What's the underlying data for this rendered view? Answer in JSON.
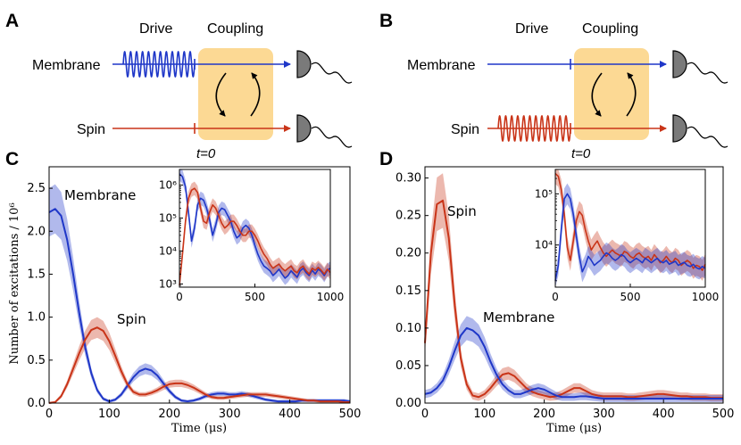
{
  "colors": {
    "membrane": "#1f37c8",
    "spin": "#c93418",
    "coupling_box": "#fcd994",
    "detector": "#7a7a7a"
  },
  "schematics": [
    {
      "panel": "A",
      "drive_label": "Drive",
      "coupling_label": "Coupling",
      "membrane_label": "Membrane",
      "spin_label": "Spin",
      "t0_label": "t=0",
      "driven": "membrane"
    },
    {
      "panel": "B",
      "drive_label": "Drive",
      "coupling_label": "Coupling",
      "membrane_label": "Membrane",
      "spin_label": "Spin",
      "t0_label": "t=0",
      "driven": "spin"
    }
  ],
  "chart_data": [
    {
      "panel": "C",
      "type": "line",
      "xlabel": "Time (μs)",
      "ylabel": "Number of excitations / 10⁶",
      "xlim": [
        0,
        500
      ],
      "ylim": [
        0,
        2.75
      ],
      "xticks": [
        "0",
        "100",
        "200",
        "300",
        "400",
        "500"
      ],
      "yticks": [
        "0.0",
        "0.5",
        "1.0",
        "1.5",
        "2.0",
        "2.5"
      ],
      "annotations": [
        "Membrane",
        "Spin"
      ],
      "series": [
        {
          "name": "Membrane",
          "color": "#1f37c8",
          "x": [
            0,
            10,
            20,
            30,
            40,
            50,
            60,
            70,
            80,
            90,
            100,
            110,
            120,
            130,
            140,
            150,
            160,
            170,
            180,
            190,
            200,
            210,
            220,
            230,
            240,
            250,
            260,
            270,
            280,
            290,
            300,
            310,
            320,
            330,
            340,
            350,
            360,
            370,
            380,
            390,
            400,
            410,
            420,
            430,
            440,
            450,
            460,
            470,
            480,
            490,
            500
          ],
          "y": [
            2.22,
            2.26,
            2.18,
            1.9,
            1.5,
            1.05,
            0.65,
            0.35,
            0.15,
            0.05,
            0.02,
            0.04,
            0.1,
            0.2,
            0.3,
            0.37,
            0.4,
            0.38,
            0.32,
            0.23,
            0.14,
            0.07,
            0.03,
            0.02,
            0.03,
            0.05,
            0.08,
            0.1,
            0.11,
            0.11,
            0.1,
            0.1,
            0.11,
            0.1,
            0.08,
            0.06,
            0.04,
            0.03,
            0.02,
            0.02,
            0.02,
            0.02,
            0.03,
            0.03,
            0.03,
            0.03,
            0.03,
            0.03,
            0.03,
            0.03,
            0.02
          ]
        },
        {
          "name": "Spin",
          "color": "#c93418",
          "x": [
            0,
            10,
            20,
            30,
            40,
            50,
            60,
            70,
            80,
            90,
            100,
            110,
            120,
            130,
            140,
            150,
            160,
            170,
            180,
            190,
            200,
            210,
            220,
            230,
            240,
            250,
            260,
            270,
            280,
            290,
            300,
            310,
            320,
            330,
            340,
            350,
            360,
            370,
            380,
            390,
            400,
            410,
            420,
            430,
            440,
            450,
            460,
            470,
            480,
            490,
            500
          ],
          "y": [
            0.0,
            0.01,
            0.08,
            0.22,
            0.4,
            0.58,
            0.74,
            0.85,
            0.88,
            0.84,
            0.72,
            0.55,
            0.37,
            0.22,
            0.13,
            0.1,
            0.1,
            0.12,
            0.15,
            0.19,
            0.22,
            0.23,
            0.23,
            0.21,
            0.18,
            0.14,
            0.1,
            0.07,
            0.06,
            0.06,
            0.07,
            0.08,
            0.09,
            0.1,
            0.1,
            0.1,
            0.1,
            0.09,
            0.08,
            0.07,
            0.06,
            0.05,
            0.04,
            0.03,
            0.03,
            0.02,
            0.02,
            0.02,
            0.02,
            0.01,
            0.01
          ]
        }
      ],
      "inset": {
        "xlim": [
          0,
          1000
        ],
        "log_y": true,
        "ylim": [
          800,
          3000000
        ],
        "xticks": [
          "0",
          "500",
          "1000"
        ],
        "yticks": [
          {
            "value": 1000,
            "label": "10³"
          },
          {
            "value": 10000,
            "label": "10⁴"
          },
          {
            "value": 100000,
            "label": "10⁵"
          },
          {
            "value": 1000000,
            "label": "10⁶"
          }
        ],
        "series": [
          {
            "name": "Membrane",
            "color": "#1f37c8",
            "x": [
              0,
              20,
              40,
              60,
              80,
              100,
              120,
              140,
              160,
              180,
              200,
              220,
              240,
              260,
              280,
              300,
              320,
              340,
              360,
              380,
              400,
              420,
              440,
              460,
              480,
              500,
              520,
              540,
              560,
              580,
              600,
              620,
              640,
              660,
              680,
              700,
              720,
              740,
              760,
              780,
              800,
              820,
              840,
              860,
              880,
              900,
              920,
              940,
              960,
              980,
              1000
            ],
            "y": [
              2200000,
              1800000,
              900000,
              150000,
              20000,
              50000,
              250000,
              400000,
              350000,
              200000,
              90000,
              30000,
              60000,
              150000,
              200000,
              180000,
              120000,
              80000,
              40000,
              25000,
              30000,
              50000,
              60000,
              50000,
              30000,
              15000,
              8000,
              5000,
              3500,
              3000,
              2500,
              1800,
              2200,
              2800,
              2000,
              1500,
              1800,
              2500,
              2000,
              1600,
              2500,
              3000,
              2200,
              1800,
              2600,
              2000,
              2800,
              2400,
              1800,
              2600,
              3000
            ]
          },
          {
            "name": "Spin",
            "color": "#c93418",
            "x": [
              0,
              20,
              40,
              60,
              80,
              100,
              120,
              140,
              160,
              180,
              200,
              220,
              240,
              260,
              280,
              300,
              320,
              340,
              360,
              380,
              400,
              420,
              440,
              460,
              480,
              500,
              520,
              540,
              560,
              580,
              600,
              620,
              640,
              660,
              680,
              700,
              720,
              740,
              760,
              780,
              800,
              820,
              840,
              860,
              880,
              900,
              920,
              940,
              960,
              980,
              1000
            ],
            "y": [
              900,
              8000,
              80000,
              400000,
              700000,
              800000,
              600000,
              200000,
              80000,
              70000,
              150000,
              250000,
              200000,
              120000,
              70000,
              50000,
              60000,
              80000,
              80000,
              60000,
              40000,
              30000,
              30000,
              40000,
              40000,
              30000,
              20000,
              12000,
              8000,
              6000,
              4000,
              3000,
              3500,
              4000,
              3000,
              2500,
              3000,
              3500,
              2500,
              2200,
              3000,
              3500,
              2500,
              2000,
              3000,
              2600,
              3200,
              2600,
              2000,
              2800,
              2200
            ]
          }
        ]
      }
    },
    {
      "panel": "D",
      "type": "line",
      "xlabel": "Time (μs)",
      "ylabel": "",
      "xlim": [
        0,
        500
      ],
      "ylim": [
        0,
        0.315
      ],
      "xticks": [
        "0",
        "100",
        "200",
        "300",
        "400",
        "500"
      ],
      "yticks": [
        "0.00",
        "0.05",
        "0.10",
        "0.15",
        "0.20",
        "0.25",
        "0.30"
      ],
      "annotations": [
        "Spin",
        "Membrane"
      ],
      "series": [
        {
          "name": "Spin",
          "color": "#c93418",
          "x": [
            0,
            10,
            20,
            30,
            40,
            50,
            60,
            70,
            80,
            90,
            100,
            110,
            120,
            130,
            140,
            150,
            160,
            170,
            180,
            190,
            200,
            210,
            220,
            230,
            240,
            250,
            260,
            270,
            280,
            290,
            300,
            310,
            320,
            330,
            340,
            350,
            360,
            370,
            380,
            390,
            400,
            410,
            420,
            430,
            440,
            450,
            460,
            470,
            480,
            490,
            500
          ],
          "y": [
            0.08,
            0.2,
            0.265,
            0.27,
            0.22,
            0.13,
            0.06,
            0.025,
            0.01,
            0.008,
            0.012,
            0.02,
            0.03,
            0.038,
            0.04,
            0.036,
            0.028,
            0.02,
            0.015,
            0.012,
            0.01,
            0.008,
            0.009,
            0.012,
            0.016,
            0.02,
            0.02,
            0.016,
            0.012,
            0.01,
            0.009,
            0.009,
            0.009,
            0.009,
            0.008,
            0.008,
            0.009,
            0.01,
            0.011,
            0.012,
            0.012,
            0.011,
            0.01,
            0.009,
            0.009,
            0.008,
            0.008,
            0.008,
            0.007,
            0.007,
            0.007
          ]
        },
        {
          "name": "Membrane",
          "color": "#1f37c8",
          "x": [
            0,
            10,
            20,
            30,
            40,
            50,
            60,
            70,
            80,
            90,
            100,
            110,
            120,
            130,
            140,
            150,
            160,
            170,
            180,
            190,
            200,
            210,
            220,
            230,
            240,
            250,
            260,
            270,
            280,
            290,
            300,
            310,
            320,
            330,
            340,
            350,
            360,
            370,
            380,
            390,
            400,
            410,
            420,
            430,
            440,
            450,
            460,
            470,
            480,
            490,
            500
          ],
          "y": [
            0.012,
            0.014,
            0.02,
            0.03,
            0.048,
            0.07,
            0.09,
            0.1,
            0.097,
            0.09,
            0.075,
            0.055,
            0.038,
            0.025,
            0.017,
            0.012,
            0.012,
            0.015,
            0.018,
            0.02,
            0.018,
            0.014,
            0.01,
            0.008,
            0.008,
            0.008,
            0.009,
            0.009,
            0.008,
            0.007,
            0.006,
            0.006,
            0.006,
            0.006,
            0.006,
            0.006,
            0.006,
            0.006,
            0.006,
            0.006,
            0.006,
            0.006,
            0.006,
            0.006,
            0.006,
            0.006,
            0.006,
            0.006,
            0.006,
            0.006,
            0.006
          ]
        }
      ],
      "inset": {
        "xlim": [
          0,
          1000
        ],
        "log_y": true,
        "ylim": [
          1500,
          300000
        ],
        "xticks": [
          "0",
          "500",
          "1000"
        ],
        "yticks": [
          {
            "value": 10000,
            "label": "10⁴"
          },
          {
            "value": 100000,
            "label": "10⁵"
          }
        ],
        "series": [
          {
            "name": "Spin",
            "color": "#c93418",
            "x": [
              0,
              20,
              40,
              60,
              80,
              100,
              120,
              140,
              160,
              180,
              200,
              220,
              240,
              260,
              280,
              300,
              320,
              340,
              360,
              380,
              400,
              420,
              440,
              460,
              480,
              500,
              520,
              540,
              560,
              580,
              600,
              620,
              640,
              660,
              680,
              700,
              720,
              740,
              760,
              780,
              800,
              820,
              840,
              860,
              880,
              900,
              920,
              940,
              960,
              980,
              1000
            ],
            "y": [
              250000,
              220000,
              120000,
              40000,
              9000,
              5000,
              12000,
              30000,
              45000,
              38000,
              20000,
              12000,
              8000,
              10000,
              12000,
              9000,
              7000,
              6000,
              7000,
              8000,
              7000,
              6500,
              6000,
              7500,
              7000,
              6000,
              5500,
              6500,
              7000,
              6000,
              5500,
              6000,
              5000,
              6500,
              5500,
              4500,
              5000,
              6000,
              5000,
              4500,
              5500,
              5000,
              4000,
              4500,
              5000,
              4500,
              3500,
              4000,
              3800,
              3200,
              4200
            ]
          },
          {
            "name": "Membrane",
            "color": "#1f37c8",
            "x": [
              0,
              20,
              40,
              60,
              80,
              100,
              120,
              140,
              160,
              180,
              200,
              220,
              240,
              260,
              280,
              300,
              320,
              340,
              360,
              380,
              400,
              420,
              440,
              460,
              480,
              500,
              520,
              540,
              560,
              580,
              600,
              620,
              640,
              660,
              680,
              700,
              720,
              740,
              760,
              780,
              800,
              820,
              840,
              860,
              880,
              900,
              920,
              940,
              960,
              980,
              1000
            ],
            "y": [
              2000,
              4000,
              20000,
              80000,
              100000,
              80000,
              40000,
              15000,
              6000,
              3000,
              4000,
              6000,
              5000,
              4000,
              4500,
              5000,
              6000,
              7000,
              6500,
              5500,
              5000,
              5500,
              6500,
              6000,
              5000,
              4500,
              5000,
              5500,
              5000,
              4500,
              5500,
              5000,
              4500,
              5000,
              5500,
              4800,
              4500,
              5000,
              4200,
              4500,
              4800,
              4000,
              4300,
              4600,
              4000,
              3800,
              4200,
              3600,
              3400,
              3800,
              3500
            ]
          }
        ]
      }
    }
  ]
}
